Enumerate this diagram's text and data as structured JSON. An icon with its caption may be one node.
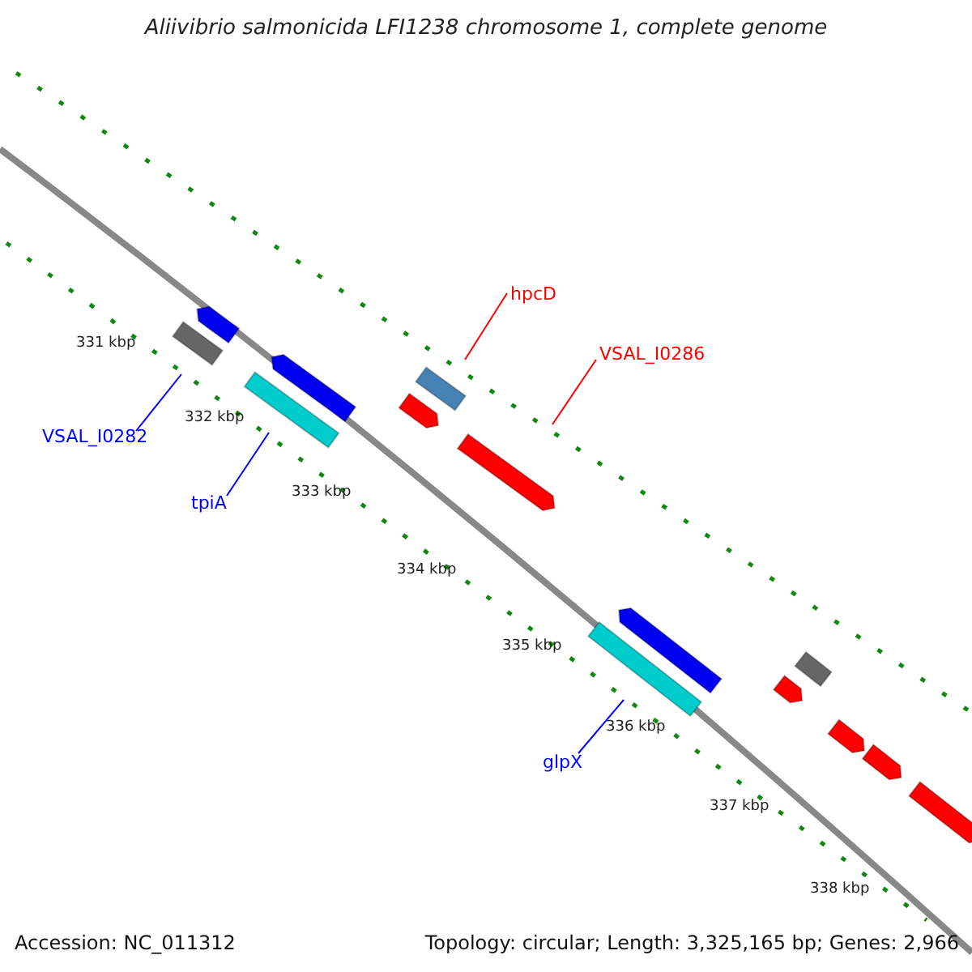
{
  "diagram": {
    "title": "Aliivibrio salmonicida LFI1238 chromosome 1, complete genome",
    "nodes": [
      {
        "text": [
          "VSAL_I0282"
        ]
      },
      {
        "text": [],
        "shape": "bar"
      },
      {
        "text": [
          "tpiA"
        ]
      },
      {
        "text": [],
        "shape": "bar"
      },
      {
        "text": [
          "hpcD"
        ]
      },
      {
        "text": [],
        "shape": "bar"
      },
      {
        "text": [
          "VSAL_I0286"
        ]
      },
      {
        "text": [],
        "shape": "bar"
      },
      {
        "text": [
          "glpX"
        ]
      },
      {
        "text": [],
        "shape": "bar"
      },
      {
        "text": [],
        "shape": "bar"
      },
      {
        "text": [],
        "shape": "bar"
      },
      {
        "text": [],
        "shape": "bar"
      },
      {
        "text": [],
        "shape": "bar"
      },
      {
        "text": [],
        "shape": "bar"
      },
      {
        "text": [],
        "shape": "bar"
      },
      {
        "text": [],
        "shape": "bar"
      },
      {
        "text": [],
        "shape": "bar"
      },
      {
        "text": [],
        "shape": "bar"
      }
    ],
    "edges": [
      {
        "from": 0,
        "to": 1,
        "arrow": "none"
      },
      {
        "from": 2,
        "to": 3,
        "arrow": "none"
      },
      {
        "from": 4,
        "to": 5,
        "arrow": "none",
        "color": "#ff0000"
      },
      {
        "from": 6,
        "to": 7,
        "arrow": "none",
        "color": "#ff0000"
      },
      {
        "from": 8,
        "to": 9,
        "arrow": "none"
      }
    ],
    "labels": [
      "331 kbp",
      "332 kbp",
      "333 kbp",
      "334 kbp",
      "335 kbp",
      "336 kbp",
      "337 kbp",
      "338 kbp",
      "Accession: NC_011312",
      "Topology: circular; Length: 3,325,165 bp; Genes: 2,966"
    ]
  }
}
